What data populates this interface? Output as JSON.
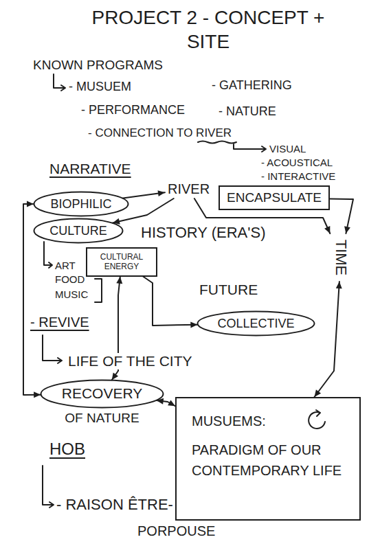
{
  "diagram": {
    "title": "PROJECT 2 - CONCEPT + SITE",
    "nodes": [
      {
        "text": [
          "RIVER"
        ]
      },
      {
        "text": [
          "ENCAPSULATE"
        ]
      },
      {
        "text": [
          "BIOPHILIC"
        ]
      },
      {
        "text": [
          "CULTURE"
        ]
      },
      {
        "text": [
          "TIME"
        ]
      },
      {
        "text": [
          "CULTURAL ENERGY"
        ]
      },
      {
        "text": [
          "COLLECTIVE"
        ]
      },
      {
        "text": [
          "RECOVERY",
          "OF NATURE"
        ]
      },
      {
        "text": [
          "MUSUEMS:",
          "PARADIGM OF OUR CONTEMPORARY LIFE"
        ]
      }
    ],
    "edges": [
      {
        "from": 2,
        "to": 0,
        "arrow": "to"
      },
      {
        "from": 0,
        "to": 3,
        "arrow": "to"
      },
      {
        "from": 0,
        "to": 4,
        "arrow": "to"
      },
      {
        "from": 1,
        "to": 4,
        "arrow": "to"
      },
      {
        "from": 5,
        "to": 6,
        "arrow": "to"
      },
      {
        "from": 5,
        "to": 7,
        "arrow": "both"
      },
      {
        "from": 2,
        "to": 7,
        "arrow": "both"
      },
      {
        "from": 7,
        "to": 8,
        "arrow": "both"
      },
      {
        "from": 8,
        "to": 4,
        "arrow": "both"
      }
    ],
    "labels": [
      "KNOWN PROGRAMS",
      "- MUSUEM",
      "- GATHERING",
      "- PERFORMANCE",
      "- NATURE",
      "- CONNECTION TO RIVER",
      "VISUAL",
      "- ACOUSTICAL",
      "- INTERACTIVE",
      "NARRATIVE",
      "HISTORY (ERA'S)",
      "ART",
      "FOOD",
      "MUSIC",
      "FUTURE",
      "- REVIVE",
      "LIFE OF THE CITY",
      "HOB",
      "- RAISON ÊTRE-",
      "PORPOUSE"
    ]
  }
}
